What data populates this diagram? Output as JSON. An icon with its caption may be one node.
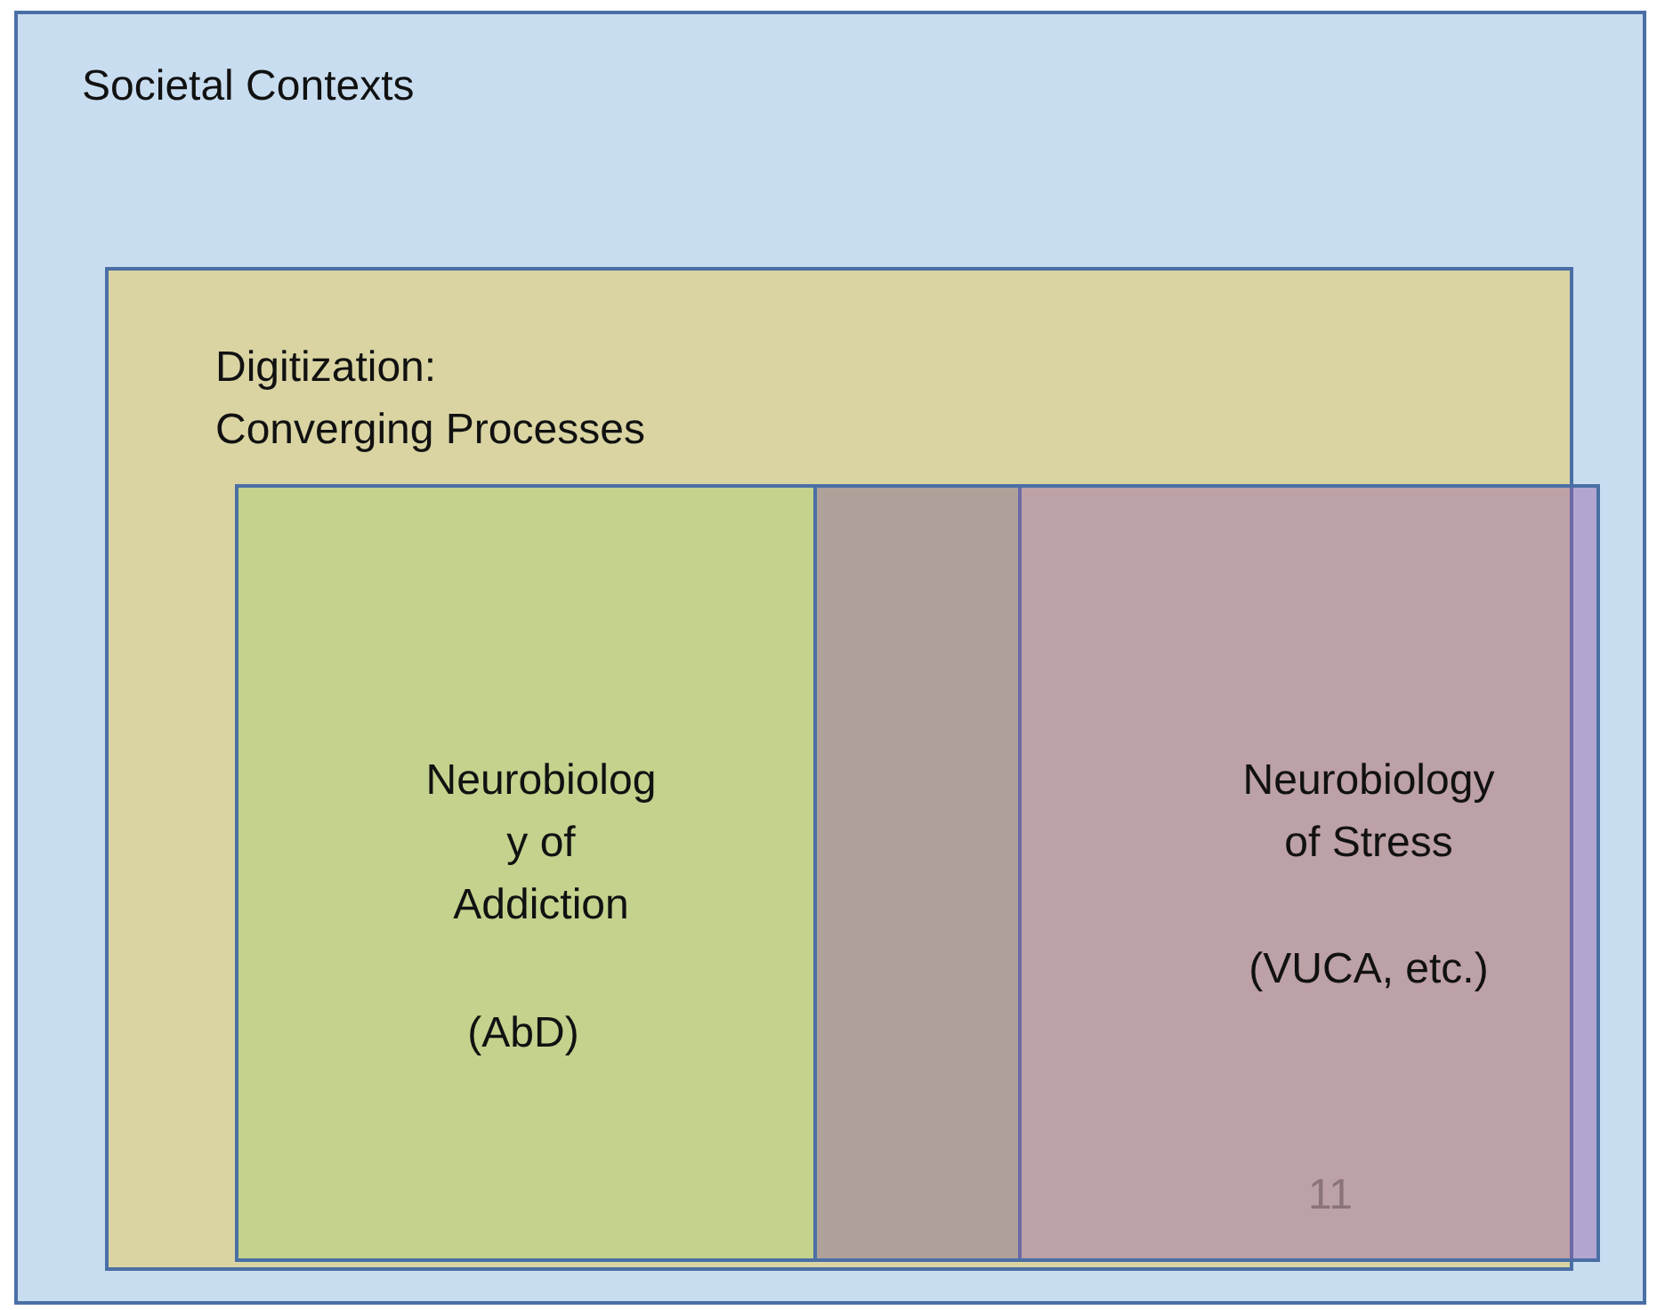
{
  "diagram": {
    "nodes": [
      {
        "text": [
          "Societal Contexts"
        ]
      },
      {
        "text": [
          "Digitization: Converging Processes"
        ],
        "in": 0
      },
      {
        "text": [
          "Neurobiolog y of Addiction",
          "(AbD)"
        ],
        "in": 1
      },
      {
        "text": [
          "Neurobiology of Stress",
          "(VUCA, etc.)"
        ],
        "in": 1
      }
    ],
    "labels": [
      "11"
    ]
  }
}
